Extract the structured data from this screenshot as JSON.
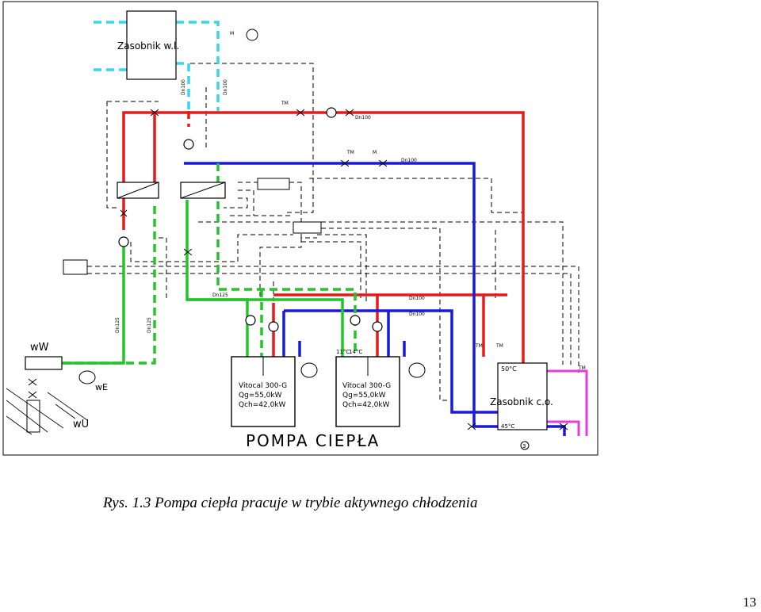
{
  "diagram": {
    "labels": {
      "tank_hot_water": "Zasobnik w.l.",
      "tank_heating": "Zasobnik c.o.",
      "heat_pump_title": "POMPA CIEPŁA",
      "unit_left_model": "Vitocal 300-G",
      "unit_left_qg": "Qg=55,0kW",
      "unit_left_qch": "Qch=42,0kW",
      "unit_right_model": "Vitocal 300-G",
      "unit_right_qg": "Qg=55,0kW",
      "unit_right_qch": "Qch=42,0kW",
      "well_ww": "wW",
      "well_we": "wE",
      "well_wu": "wU",
      "dn100": "Dn100",
      "dn125": "Dn125",
      "tm": "TM",
      "m": "M",
      "temp_50": "50°C",
      "temp_45": "45°C",
      "temp_mid": "11°C",
      "temp_mid2": "14°C",
      "marker_3": "3"
    },
    "colors": {
      "supply": "#e31b1b",
      "return": "#1a1ad6",
      "ground": "#22c42a",
      "dhw": "#38d6ee",
      "pink": "#e33cd8",
      "line": "#000000"
    }
  },
  "caption": "Rys. 1.3 Pompa ciepła pracuje w trybie aktywnego chłodzenia",
  "page_number": "13"
}
